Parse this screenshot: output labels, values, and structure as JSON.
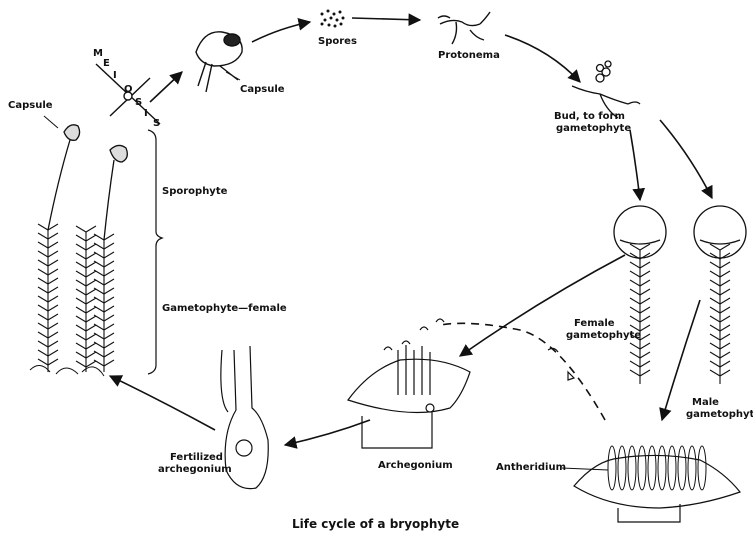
{
  "title": "Life cycle of a bryophyte",
  "labels": {
    "spores": "Spores",
    "protonema": "Protonema",
    "capsule_top": "Capsule",
    "capsule_left": "Capsule",
    "bud_line1": "Bud, to form",
    "bud_line2": "gametophyte",
    "sporophyte": "Sporophyte",
    "gametophyte_female": "Gametophyte—female",
    "female_gametophyte_line1": "Female",
    "female_gametophyte_line2": "gametophyte",
    "male_gametophyte_line1": "Male",
    "male_gametophyte_line2": "gametophyte",
    "fertilized_line1": "Fertilized",
    "fertilized_line2": "archegonium",
    "archegonium": "Archegonium",
    "antheridium": "Antheridium"
  },
  "meiosis_letters": [
    "M",
    "E",
    "I",
    "O",
    "S",
    "I",
    "S"
  ]
}
